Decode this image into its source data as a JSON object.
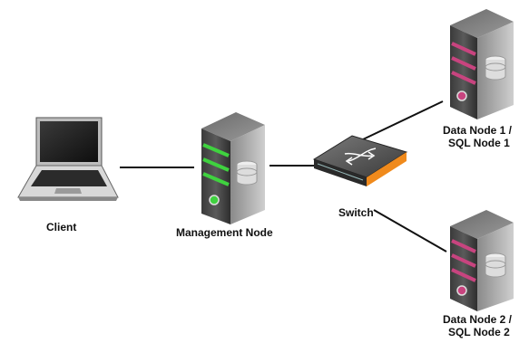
{
  "nodes": {
    "client": {
      "label": "Client",
      "icon": "laptop-icon"
    },
    "management": {
      "label": "Management Node",
      "icon": "server-icon",
      "accent": "#3fd23f"
    },
    "switch": {
      "label": "Switch",
      "icon": "network-switch-icon",
      "accent": "#f08a1c"
    },
    "data1": {
      "label_line1": "Data Node 1 /",
      "label_line2": "SQL Node 1",
      "icon": "server-icon",
      "accent": "#c8447f"
    },
    "data2": {
      "label_line1": "Data Node 2 /",
      "label_line2": "SQL Node 2",
      "icon": "server-icon",
      "accent": "#c8447f"
    }
  },
  "connections": [
    {
      "from": "Client",
      "to": "Management Node"
    },
    {
      "from": "Management Node",
      "to": "Switch"
    },
    {
      "from": "Switch",
      "to": "Data Node 1 / SQL Node 1"
    },
    {
      "from": "Switch",
      "to": "Data Node 2 / SQL Node 2"
    }
  ]
}
